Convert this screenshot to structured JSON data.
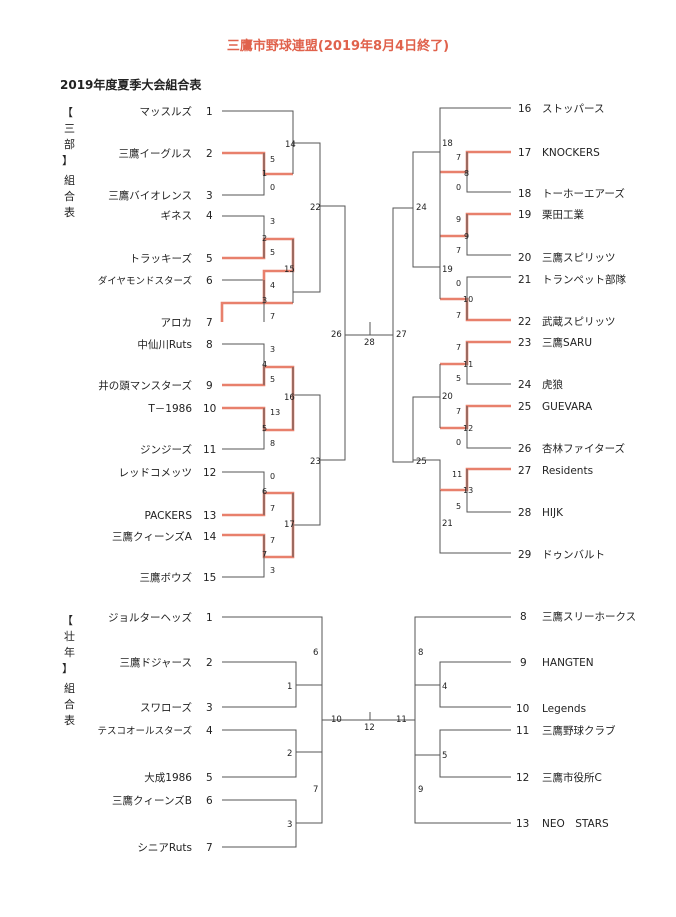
{
  "header": {
    "title": "三鷹市野球連盟(2019年8月4日終了)",
    "subtitle": "2019年度夏季大会組合表"
  },
  "division_labels": {
    "sanbu_bracket_open": "【",
    "sanbu_name": [
      "三",
      "部"
    ],
    "sanbu_bracket_close": "】",
    "sanbu_table": [
      "組",
      "合",
      "表"
    ],
    "sonen_bracket_open": "【",
    "sonen_name": [
      "壮",
      "年"
    ],
    "sonen_bracket_close": "】",
    "sonen_table": [
      "組",
      "合",
      "表"
    ]
  },
  "sanbu": {
    "left_teams": [
      {
        "name": "マッスルズ",
        "seed": "1"
      },
      {
        "name": "三鷹イーグルス",
        "seed": "2"
      },
      {
        "name": "三鷹バイオレンス",
        "seed": "3"
      },
      {
        "name": "ギネス",
        "seed": "4"
      },
      {
        "name": "トラッキーズ",
        "seed": "5"
      },
      {
        "name": "ダイヤモンドスターズ",
        "seed": "6"
      },
      {
        "name": "アロカ",
        "seed": "7"
      },
      {
        "name": "中仙川Ruts",
        "seed": "8"
      },
      {
        "name": "井の頭マンスターズ",
        "seed": "9"
      },
      {
        "name": "T－1986",
        "seed": "10"
      },
      {
        "name": "ジンジーズ",
        "seed": "11"
      },
      {
        "name": "レッドコメッツ",
        "seed": "12"
      },
      {
        "name": "PACKERS",
        "seed": "13"
      },
      {
        "name": "三鷹クィーンズA",
        "seed": "14"
      },
      {
        "name": "三鷹ボウズ",
        "seed": "15"
      }
    ],
    "right_teams": [
      {
        "name": "ストッパース",
        "seed": "16"
      },
      {
        "name": "KNOCKERS",
        "seed": "17"
      },
      {
        "name": "トーホーエアーズ",
        "seed": "18"
      },
      {
        "name": "栗田工業",
        "seed": "19"
      },
      {
        "name": "三鷹スピリッツ",
        "seed": "20"
      },
      {
        "name": "トランペット部隊",
        "seed": "21"
      },
      {
        "name": "武蔵スピリッツ",
        "seed": "22"
      },
      {
        "name": "三鷹SARU",
        "seed": "23"
      },
      {
        "name": "虎狼",
        "seed": "24"
      },
      {
        "name": "GUEVARA",
        "seed": "25"
      },
      {
        "name": "杏林ファイターズ",
        "seed": "26"
      },
      {
        "name": "Residents",
        "seed": "27"
      },
      {
        "name": "HIJK",
        "seed": "28"
      },
      {
        "name": "ドゥンバルト",
        "seed": "29"
      }
    ],
    "match_numbers": [
      "14",
      "15",
      "16",
      "17",
      "18",
      "19",
      "20",
      "21",
      "22",
      "23",
      "24",
      "25",
      "26",
      "27",
      "28"
    ],
    "scores": [
      "5",
      "1",
      "0",
      "3",
      "2",
      "5",
      "4",
      "3",
      "7",
      "3",
      "4",
      "5",
      "13",
      "5",
      "8",
      "0",
      "6",
      "7",
      "7",
      "7",
      "3",
      "7",
      "8",
      "0",
      "9",
      "9",
      "7",
      "0",
      "10",
      "7",
      "7",
      "11",
      "5",
      "7",
      "12",
      "0",
      "11",
      "13",
      "5"
    ]
  },
  "sonen": {
    "left_teams": [
      {
        "name": "ジョルターヘッズ",
        "seed": "1"
      },
      {
        "name": "三鷹ドジャース",
        "seed": "2"
      },
      {
        "name": "スワローズ",
        "seed": "3"
      },
      {
        "name": "テスコオールスターズ",
        "seed": "4"
      },
      {
        "name": "大成1986",
        "seed": "5"
      },
      {
        "name": "三鷹クィーンズB",
        "seed": "6"
      },
      {
        "name": "シニアRuts",
        "seed": "7"
      }
    ],
    "right_teams": [
      {
        "name": "三鷹スリーホークス",
        "seed": "8"
      },
      {
        "name": "HANGTEN",
        "seed": "9"
      },
      {
        "name": "Legends",
        "seed": "10"
      },
      {
        "name": "三鷹野球クラブ",
        "seed": "11"
      },
      {
        "name": "三鷹市役所C",
        "seed": "12"
      },
      {
        "name": "NEO　STARS",
        "seed": "13"
      }
    ],
    "match_numbers": [
      "1",
      "2",
      "3",
      "4",
      "5",
      "6",
      "7",
      "8",
      "9",
      "10",
      "11",
      "12"
    ]
  }
}
